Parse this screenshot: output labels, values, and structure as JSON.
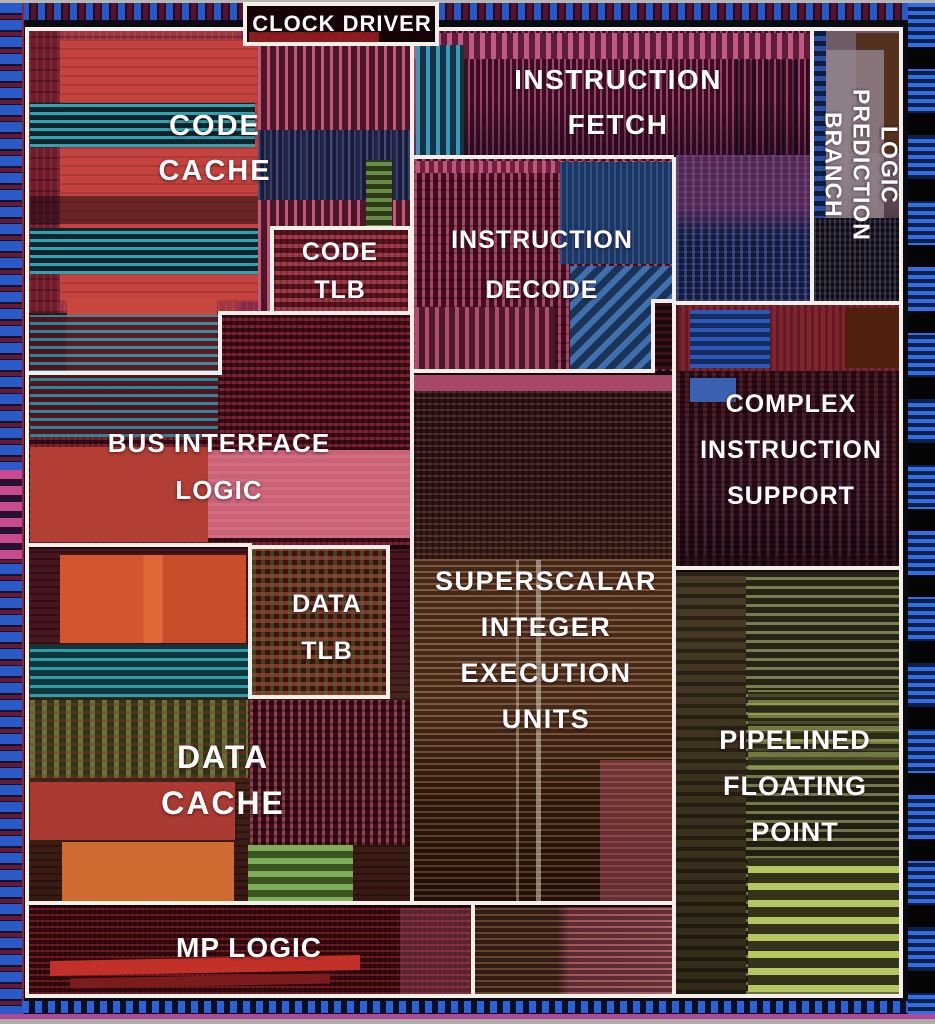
{
  "diagram": {
    "kind": "processor-die-photo",
    "blocks": {
      "clock_driver": {
        "lines": [
          "CLOCK DRIVER"
        ]
      },
      "code_cache": {
        "lines": [
          "CODE",
          "CACHE"
        ]
      },
      "instruction_fetch": {
        "lines": [
          "INSTRUCTION",
          "FETCH"
        ]
      },
      "branch_prediction_logic": {
        "lines": [
          "BRANCH",
          "PREDICTION",
          "LOGIC"
        ]
      },
      "code_tlb": {
        "lines": [
          "CODE",
          "TLB"
        ]
      },
      "instruction_decode": {
        "lines": [
          "INSTRUCTION",
          "DECODE"
        ]
      },
      "complex_instruction_support": {
        "lines": [
          "COMPLEX",
          "INSTRUCTION",
          "SUPPORT"
        ]
      },
      "bus_interface_logic": {
        "lines": [
          "BUS INTERFACE",
          "LOGIC"
        ]
      },
      "data_tlb": {
        "lines": [
          "DATA",
          "TLB"
        ]
      },
      "superscalar_integer_execution_units": {
        "lines": [
          "SUPERSCALAR",
          "INTEGER",
          "EXECUTION",
          "UNITS"
        ]
      },
      "data_cache": {
        "lines": [
          "DATA",
          "CACHE"
        ]
      },
      "pipelined_floating_point": {
        "lines": [
          "PIPELINED",
          "FLOATING",
          "POINT"
        ]
      },
      "mp_logic": {
        "lines": [
          "MP LOGIC"
        ]
      }
    },
    "colors": {
      "outline": "#f2efe8",
      "label_text": "#ffffff",
      "pad_blue": "#2e6fe8",
      "die_red": "#c4433f",
      "die_pink": "#d4687c",
      "die_green": "#b6c661",
      "die_teal": "#2ba4b4"
    }
  }
}
